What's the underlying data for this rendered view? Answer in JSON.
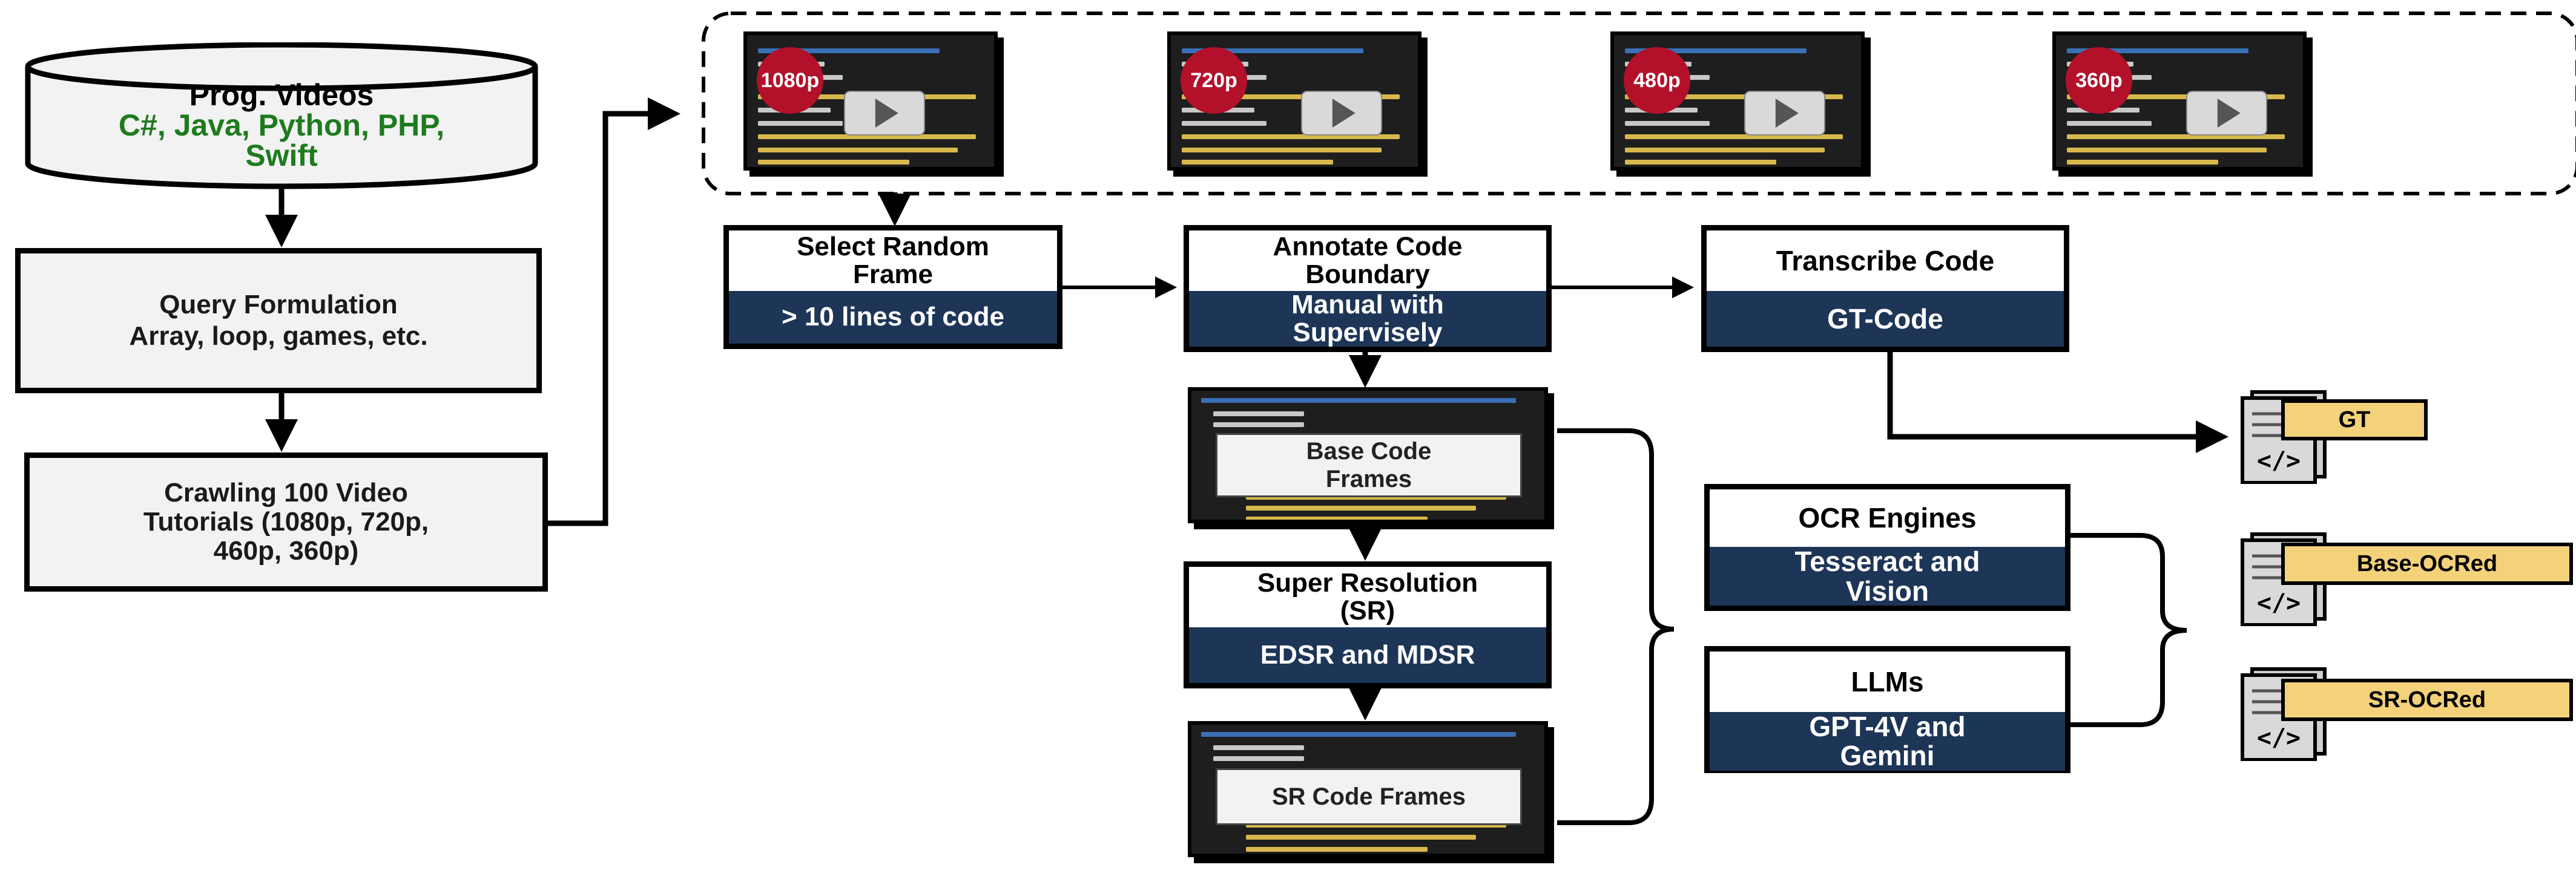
{
  "source": {
    "title": "Prog. Videos",
    "languages_line1": "C#, Java, Python, PHP,",
    "languages_line2": "Swift",
    "accent_color": "#1e7b1e"
  },
  "query": {
    "line1": "Query Formulation",
    "line2": "Array, loop, games, etc."
  },
  "crawl": {
    "line1": "Crawling 100 Video",
    "line2": "Tutorials (1080p, 720p,",
    "line3": "460p, 360p)"
  },
  "resolutions": [
    "1080p",
    "720p",
    "480p",
    "360p"
  ],
  "select": {
    "title_line1": "Select Random",
    "title_line2": "Frame",
    "detail": "> 10 lines of code"
  },
  "annotate": {
    "title_line1": "Annotate Code",
    "title_line2": "Boundary",
    "detail_line1": "Manual with",
    "detail_line2": "Supervisely"
  },
  "transcribe": {
    "title": "Transcribe Code",
    "detail": "GT-Code"
  },
  "base_frames": {
    "line1": "Base Code",
    "line2": "Frames"
  },
  "super_res": {
    "title_line1": "Super Resolution",
    "title_line2": "(SR)",
    "detail": "EDSR and MDSR"
  },
  "sr_frames": {
    "label": "SR Code Frames"
  },
  "ocr": {
    "title": "OCR Engines",
    "detail_line1": "Tesseract and",
    "detail_line2": "Vision"
  },
  "llms": {
    "title": "LLMs",
    "detail_line1": "GPT-4V and",
    "detail_line2": "Gemini"
  },
  "outputs": [
    "GT",
    "Base-OCRed",
    "SR-OCRed"
  ],
  "colors": {
    "dark_band": "#1d3557",
    "badge": "#b3102a",
    "tag": "#f3d27a"
  }
}
